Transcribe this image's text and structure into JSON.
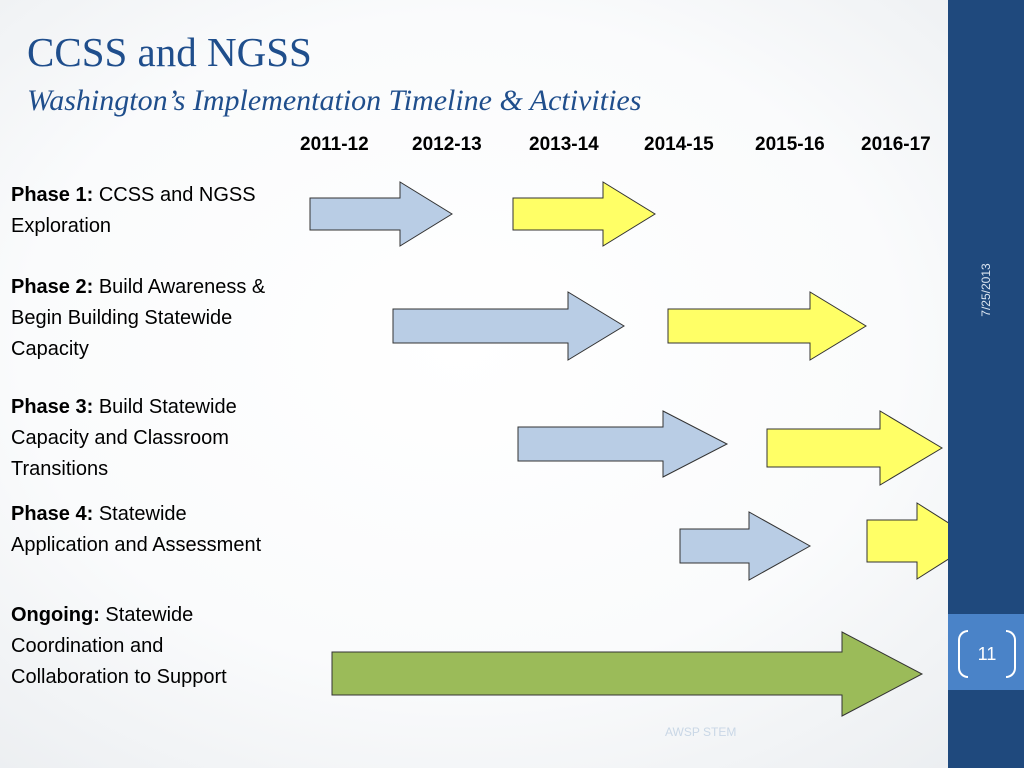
{
  "header": {
    "title": "CCSS and NGSS",
    "subtitle": "Washington’s Implementation Timeline & Activities"
  },
  "years": [
    "2011-12",
    "2012-13",
    "2013-14",
    "2014-15",
    "2015-16",
    "2016-17"
  ],
  "phases": [
    {
      "label": "Phase 1:",
      "text": "CCSS and NGSS Exploration"
    },
    {
      "label": "Phase 2:",
      "text": "Build Awareness & Begin Building Statewide Capacity"
    },
    {
      "label": "Phase 3:",
      "text": "Build Statewide Capacity and Classroom Transitions"
    },
    {
      "label": "Phase 4:",
      "text": "Statewide Application and Assessment"
    },
    {
      "label": "Ongoing:",
      "text": "Statewide Coordination and Collaboration to Support"
    }
  ],
  "colors": {
    "blue_arrow": "#b9cde5",
    "yellow_arrow": "#ffff66",
    "green_arrow": "#9bbb59",
    "title": "#1f4e8c",
    "sidebar": "#1f497d",
    "page_box": "#4a83c8"
  },
  "sidebar": {
    "date": "7/25/2013",
    "page_number": "11"
  },
  "footer": {
    "text": "AWSP STEM"
  }
}
